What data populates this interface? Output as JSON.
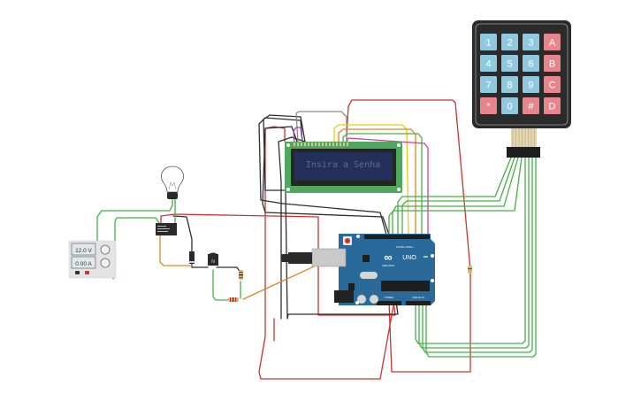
{
  "app": {
    "view": "circuit-simulator-canvas"
  },
  "keypad": {
    "rows": [
      [
        "1",
        "2",
        "3",
        "A"
      ],
      [
        "4",
        "5",
        "6",
        "B"
      ],
      [
        "7",
        "8",
        "9",
        "C"
      ],
      [
        "*",
        "0",
        "#",
        "D"
      ]
    ],
    "colors": {
      "digit": "#8fc9e0",
      "special": "#e8858a",
      "body": "#2b2b2b"
    }
  },
  "lcd": {
    "text_line1": "Insira a Senha",
    "text_line2": "",
    "colors": {
      "board": "#4fa85e",
      "screen": "#23305a",
      "text": "#5d6b96"
    }
  },
  "power_supply": {
    "voltage": "12.0 V",
    "current": "0.00 A"
  },
  "arduino": {
    "logo": "∞",
    "model": "UNO",
    "brand": "ARDUINO",
    "header_power": "POWER",
    "header_analog": "ANALOG IN",
    "header_digital": "DIGITAL (PWM~)",
    "color": "#2a6a9b"
  },
  "transistor": {
    "label": "N"
  },
  "wire_colors": {
    "red": "#d32f2f",
    "black": "#2e2e2e",
    "green": "#43b047",
    "orange": "#e5831e",
    "yellow": "#f2c612",
    "purple": "#8e44ad",
    "magenta": "#d63aa0",
    "gray": "#8a8a8a"
  }
}
